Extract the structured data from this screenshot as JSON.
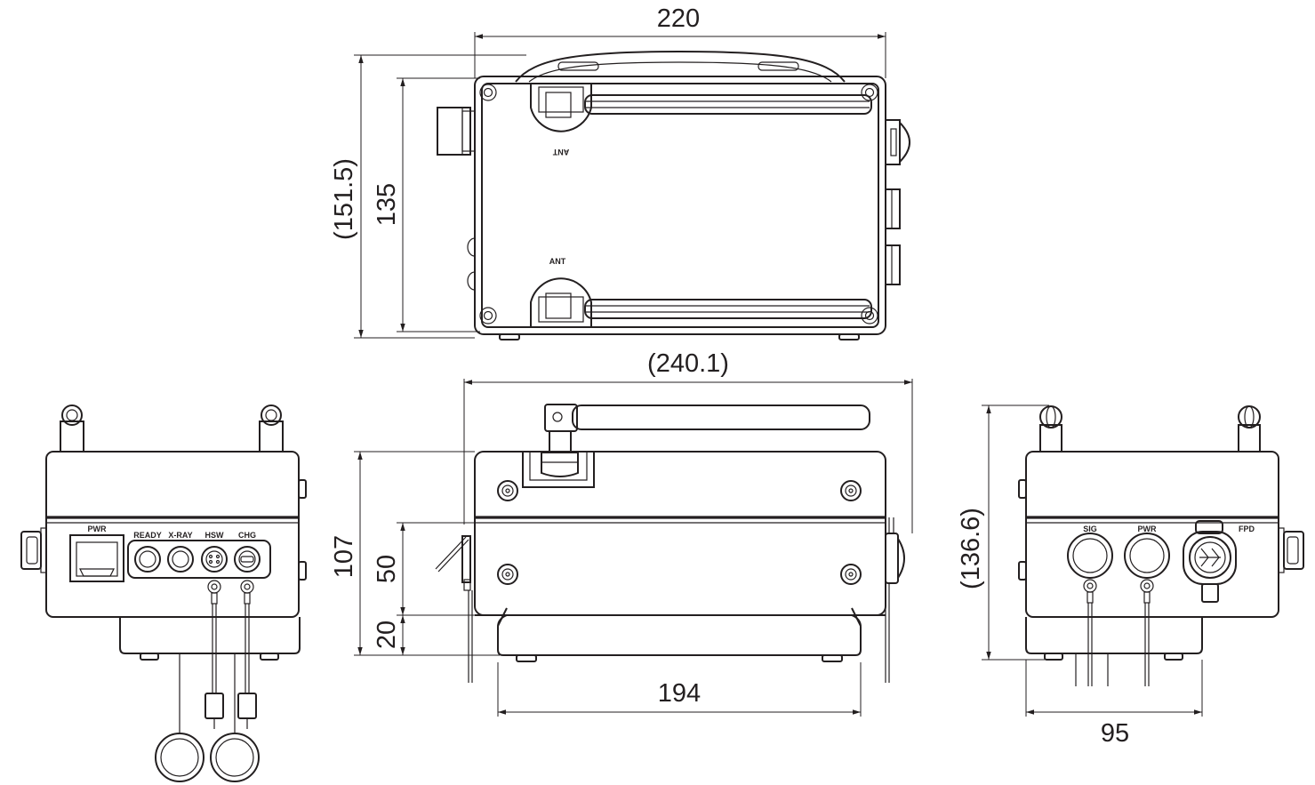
{
  "dimensions": {
    "top_width": "220",
    "top_outer_height": "(151.5)",
    "top_inner_height": "135",
    "side_overall_length": "(240.1)",
    "side_height": "107",
    "side_upper": "50",
    "side_lower": "20",
    "side_base_length": "194",
    "right_overall_height": "(136.6)",
    "right_depth": "95"
  },
  "labels": {
    "ant": "ANT",
    "pwr": "PWR",
    "ready": "READY",
    "xray": "X-RAY",
    "hsw": "HSW",
    "chg": "CHG",
    "sig": "SIG",
    "fpd": "FPD"
  },
  "colors": {
    "line": "#231f20",
    "background": "#ffffff"
  }
}
